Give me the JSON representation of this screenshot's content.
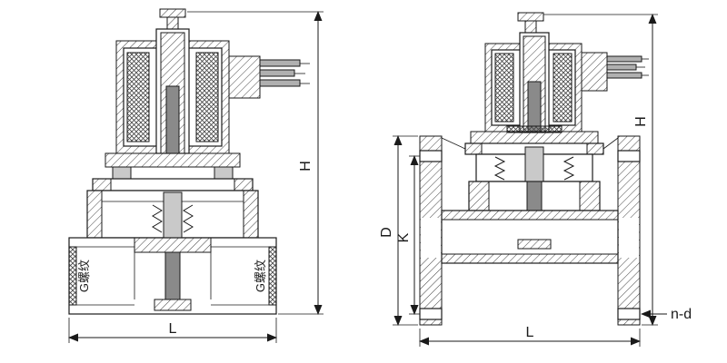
{
  "figure": {
    "background_color": "#ffffff",
    "line_color": "#1a1a1a",
    "description": "sectional drawings of two solenoid valves",
    "valves": {
      "threaded": {
        "name": "threaded-connection solenoid valve section",
        "labels": {
          "port_left": "G螺纹",
          "port_right": "G螺纹",
          "dim_height": "H",
          "dim_length": "L"
        }
      },
      "flanged": {
        "name": "flanged-connection solenoid valve section",
        "labels": {
          "dim_flange_diameter": "D",
          "dim_bolt_circle": "K",
          "dim_height": "H",
          "dim_length": "L",
          "dim_bolt_holes": "n-d"
        }
      }
    }
  }
}
